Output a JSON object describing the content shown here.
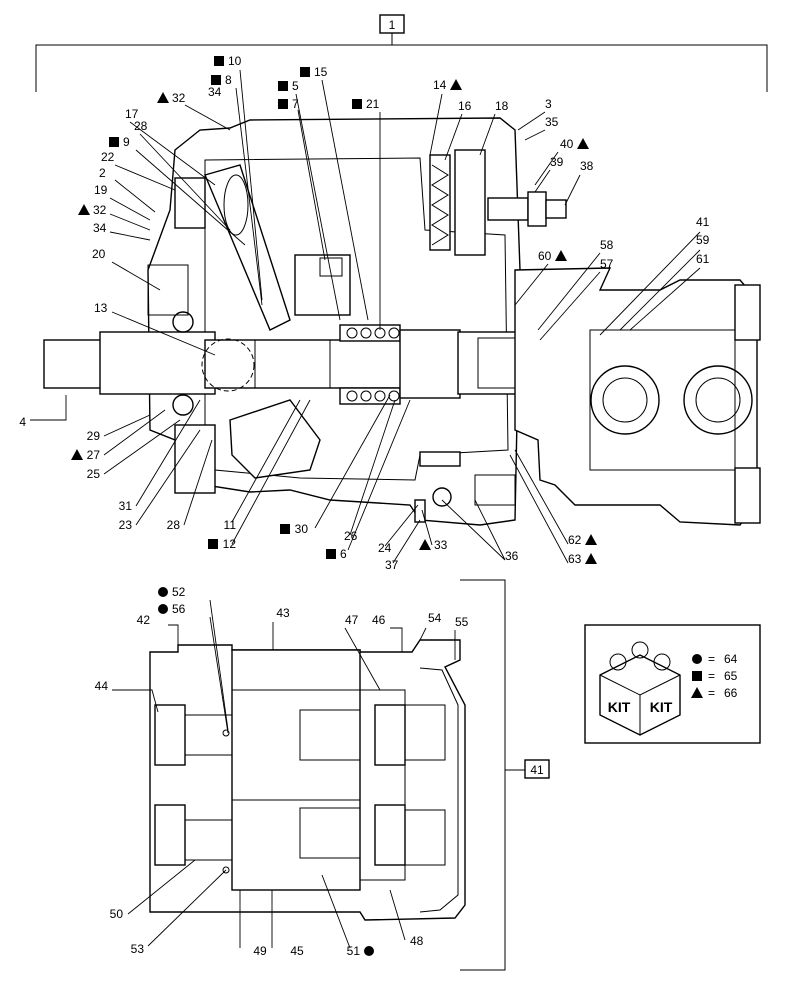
{
  "assembly_box": "1",
  "subassembly_box": "41",
  "legend": {
    "kit_word_1": "KIT",
    "kit_word_2": "KIT",
    "equals": "=",
    "rows": [
      {
        "symbol": "circle",
        "kit": "64"
      },
      {
        "symbol": "square",
        "kit": "65"
      },
      {
        "symbol": "triangle",
        "kit": "66"
      }
    ]
  },
  "callouts": [
    {
      "id": "10",
      "symbol": "square"
    },
    {
      "id": "8",
      "symbol": "square"
    },
    {
      "id": "32",
      "symbol": "triangle"
    },
    {
      "id": "34",
      "symbol": ""
    },
    {
      "id": "15",
      "symbol": "square"
    },
    {
      "id": "5",
      "symbol": "square"
    },
    {
      "id": "7",
      "symbol": "square"
    },
    {
      "id": "21",
      "symbol": "square"
    },
    {
      "id": "14",
      "symbol": "triangle"
    },
    {
      "id": "16",
      "symbol": ""
    },
    {
      "id": "18",
      "symbol": ""
    },
    {
      "id": "3",
      "symbol": ""
    },
    {
      "id": "35",
      "symbol": ""
    },
    {
      "id": "28",
      "symbol": ""
    },
    {
      "id": "17",
      "symbol": ""
    },
    {
      "id": "9",
      "symbol": "square"
    },
    {
      "id": "22",
      "symbol": ""
    },
    {
      "id": "2",
      "symbol": ""
    },
    {
      "id": "19",
      "symbol": ""
    },
    {
      "id": "32",
      "symbol": "triangle"
    },
    {
      "id": "34",
      "symbol": ""
    },
    {
      "id": "40",
      "symbol": "triangle"
    },
    {
      "id": "39",
      "symbol": ""
    },
    {
      "id": "38",
      "symbol": ""
    },
    {
      "id": "20",
      "symbol": ""
    },
    {
      "id": "41",
      "symbol": ""
    },
    {
      "id": "59",
      "symbol": ""
    },
    {
      "id": "61",
      "symbol": ""
    },
    {
      "id": "60",
      "symbol": "triangle"
    },
    {
      "id": "58",
      "symbol": ""
    },
    {
      "id": "57",
      "symbol": ""
    },
    {
      "id": "13",
      "symbol": ""
    },
    {
      "id": "4",
      "symbol": ""
    },
    {
      "id": "29",
      "symbol": ""
    },
    {
      "id": "27",
      "symbol": "triangle"
    },
    {
      "id": "25",
      "symbol": ""
    },
    {
      "id": "31",
      "symbol": ""
    },
    {
      "id": "23",
      "symbol": ""
    },
    {
      "id": "28",
      "symbol": ""
    },
    {
      "id": "11",
      "symbol": ""
    },
    {
      "id": "12",
      "symbol": "square"
    },
    {
      "id": "30",
      "symbol": "square"
    },
    {
      "id": "26",
      "symbol": ""
    },
    {
      "id": "6",
      "symbol": "square"
    },
    {
      "id": "24",
      "symbol": ""
    },
    {
      "id": "33",
      "symbol": "triangle"
    },
    {
      "id": "37",
      "symbol": ""
    },
    {
      "id": "36",
      "symbol": ""
    },
    {
      "id": "62",
      "symbol": "triangle"
    },
    {
      "id": "63",
      "symbol": "triangle"
    },
    {
      "id": "52",
      "symbol": "circle"
    },
    {
      "id": "56",
      "symbol": "circle"
    },
    {
      "id": "43",
      "symbol": ""
    },
    {
      "id": "42",
      "symbol": ""
    },
    {
      "id": "47",
      "symbol": ""
    },
    {
      "id": "46",
      "symbol": ""
    },
    {
      "id": "54",
      "symbol": ""
    },
    {
      "id": "55",
      "symbol": ""
    },
    {
      "id": "44",
      "symbol": ""
    },
    {
      "id": "50",
      "symbol": ""
    },
    {
      "id": "53",
      "symbol": ""
    },
    {
      "id": "49",
      "symbol": ""
    },
    {
      "id": "45",
      "symbol": ""
    },
    {
      "id": "51",
      "symbol": "circle"
    },
    {
      "id": "48",
      "symbol": ""
    }
  ]
}
